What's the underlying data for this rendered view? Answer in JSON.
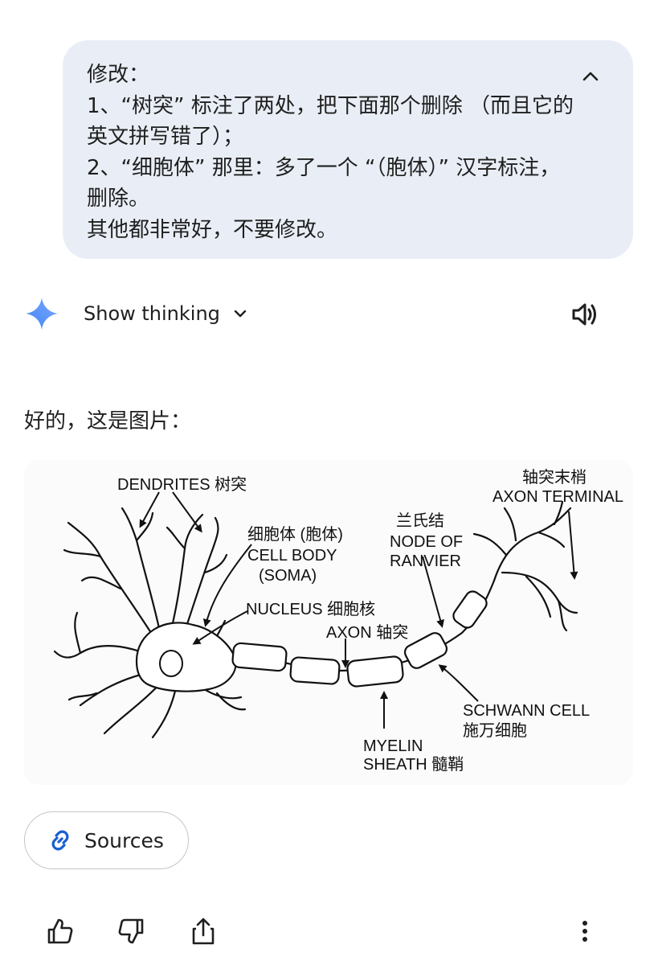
{
  "user_message": {
    "text": "修改：\n1、“树突” 标注了两处，把下面那个删除 （而且它的英文拼写错了）；\n2、“细胞体” 那里：多了一个 “（胞体）” 汉字标注，删除。\n其他都非常好，不要修改。"
  },
  "response": {
    "show_thinking_label": "Show thinking",
    "reply_text": "好的，这是图片：",
    "sources_label": "Sources"
  },
  "diagram_labels": {
    "dendrites": "DENDRITES 树突",
    "cell_body_cn": "细胞体 (胞体)",
    "cell_body_en": "CELL BODY",
    "soma": "(SOMA)",
    "nucleus": "NUCLEUS 细胞核",
    "axon": "AXON 轴突",
    "node_cn": "兰氏结",
    "node_en_1": "NODE OF",
    "node_en_2": "RANVIER",
    "terminal_cn": "轴突末梢",
    "terminal_en": "AXON TERMINAL",
    "schwann_en": "SCHWANN CELL",
    "schwann_cn": "施万细胞",
    "myelin_1": "MYELIN",
    "myelin_2": "SHEATH 髓鞘"
  },
  "icons": {
    "collapse": "chevron-up-icon",
    "assistant": "gemini-sparkle-icon",
    "show_thinking": "chevron-down-icon",
    "speaker": "speaker-icon",
    "sources": "link-icon",
    "thumbs_up": "thumbs-up-icon",
    "thumbs_down": "thumbs-down-icon",
    "share": "share-icon",
    "more": "more-vert-icon"
  },
  "colors": {
    "bubble": "#e9eef6",
    "accent_blue": "#4285f4",
    "text": "#1f1f1f"
  }
}
